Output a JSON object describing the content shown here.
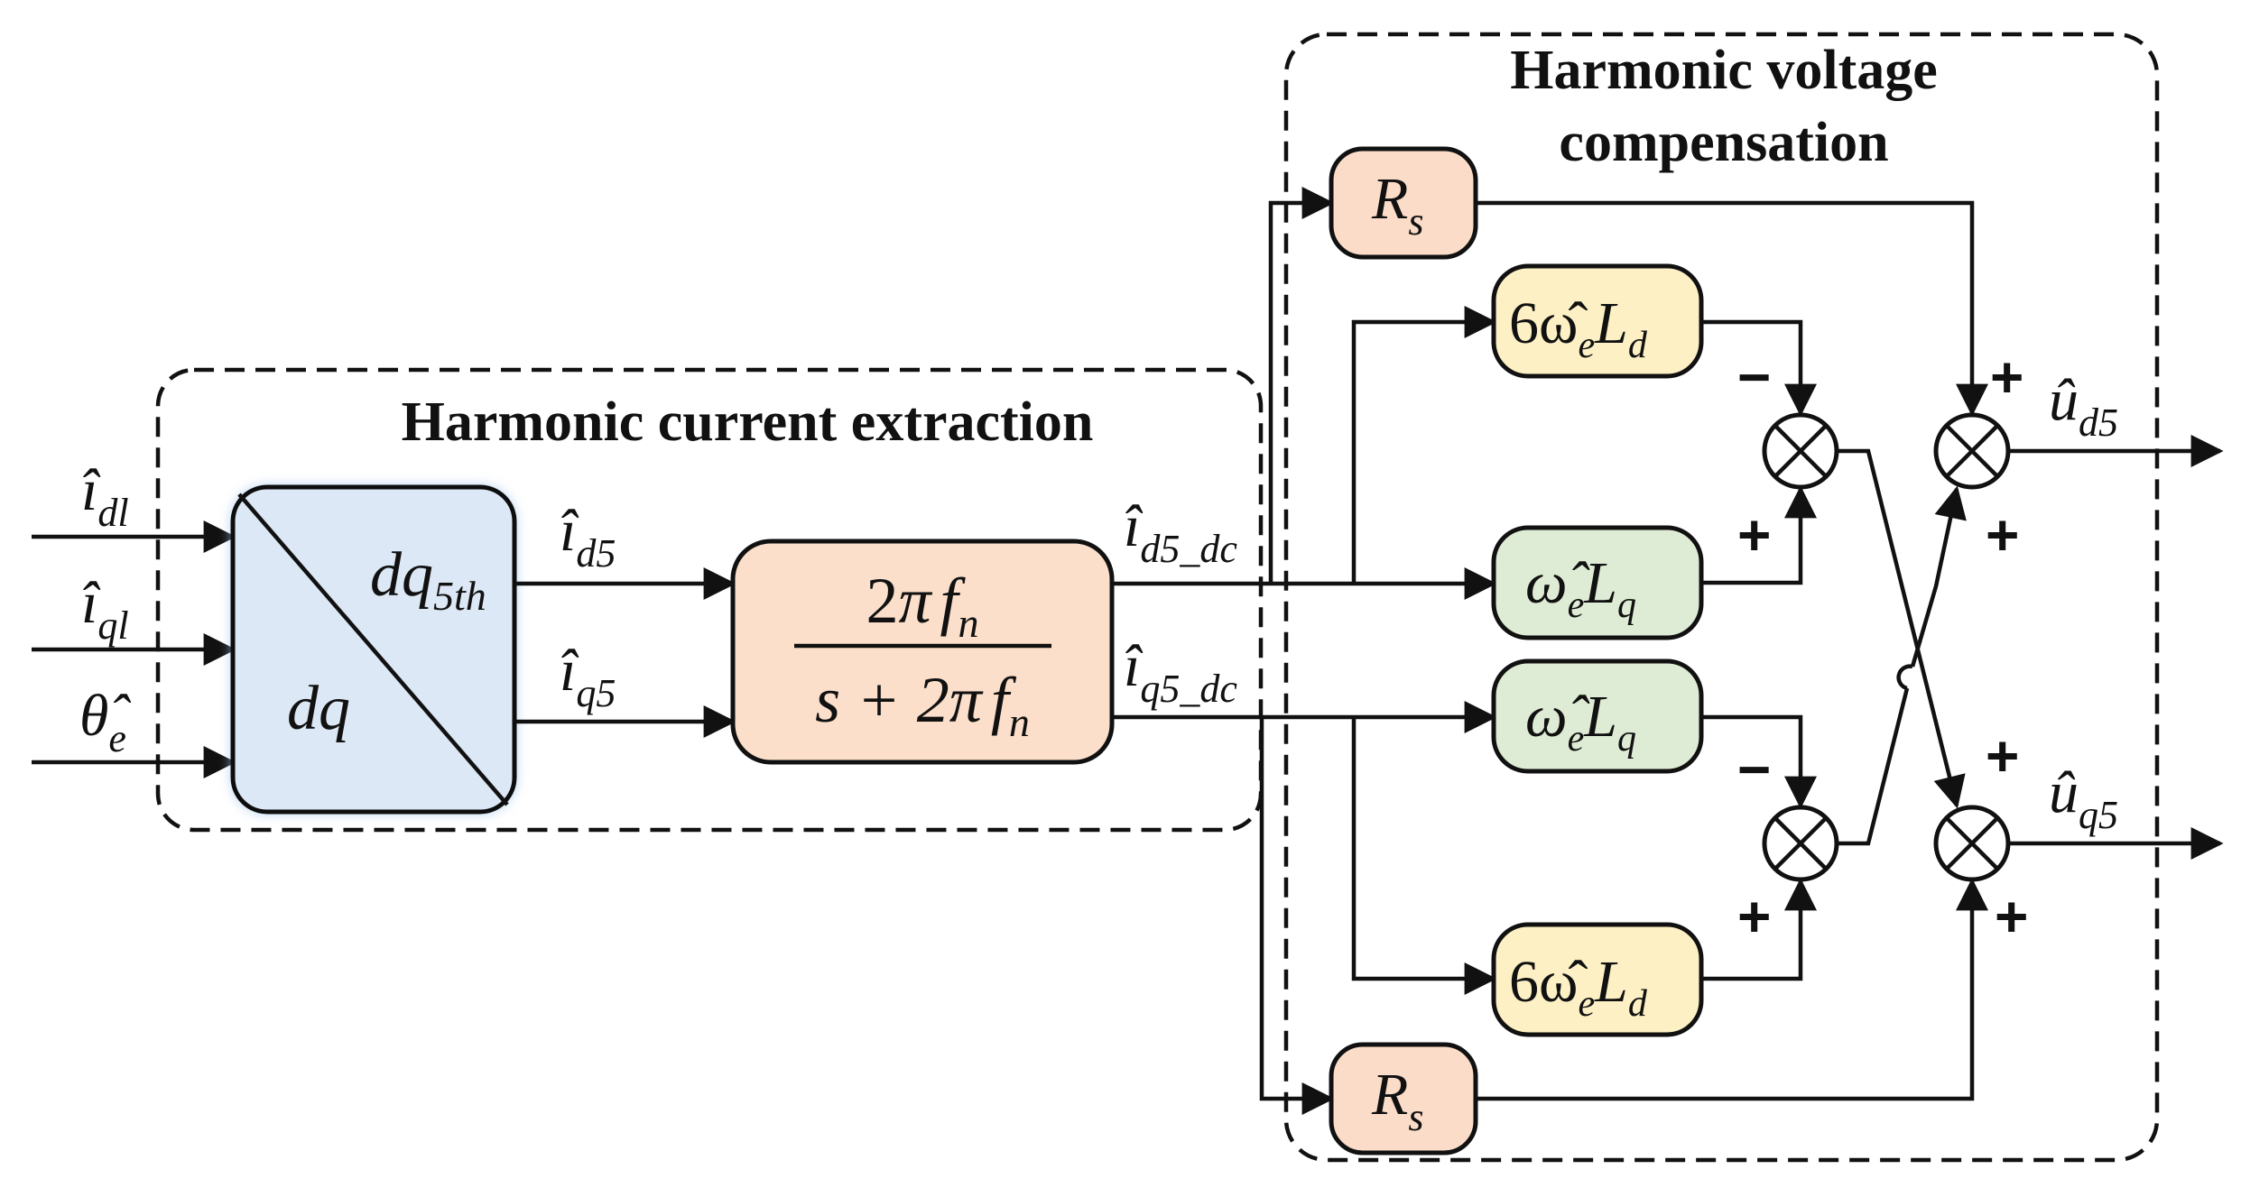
{
  "groups": {
    "extraction_title": "Harmonic current extraction",
    "compensation_title_line1": "Harmonic voltage",
    "compensation_title_line2": "compensation"
  },
  "inputs": {
    "id": {
      "base": "î",
      "sub": "dl"
    },
    "iq": {
      "base": "î",
      "sub": "ql"
    },
    "theta": {
      "base": "θ̂",
      "sub": "e"
    }
  },
  "transform": {
    "top": "dq",
    "top_sub": "5th",
    "bottom": "dq"
  },
  "intermediate": {
    "id5": {
      "base": "î",
      "sub": "d5"
    },
    "iq5": {
      "base": "î",
      "sub": "q5"
    },
    "id5dc": {
      "base": "î",
      "sub": "d5_dc"
    },
    "iq5dc": {
      "base": "î",
      "sub": "q5_dc"
    }
  },
  "filter": {
    "num_a": "2",
    "num_b": "π",
    "num_c": "f",
    "num_sub": "n",
    "den_a": "s + 2",
    "den_b": "π",
    "den_c": "f",
    "den_sub": "n"
  },
  "blocks": {
    "rs": {
      "base": "R",
      "sub": "s"
    },
    "six_wl_d": {
      "pre": "6ω̂",
      "sub1": "e",
      "mid": "L",
      "sub2": "d"
    },
    "wl_q": {
      "pre": "ω̂",
      "sub1": "e",
      "mid": "L",
      "sub2": "q"
    }
  },
  "signs": {
    "plus": "+",
    "minus": "−"
  },
  "outputs": {
    "ud5": {
      "base": "û",
      "sub": "d5"
    },
    "uq5": {
      "base": "û",
      "sub": "q5"
    }
  },
  "colors": {
    "transform_fill": "#dce8f5",
    "filter_fill": "#fbdfca",
    "rs_fill": "#fbdcc8",
    "wld_fill": "#fdf0c4",
    "wlq_fill": "#dfecd5"
  }
}
